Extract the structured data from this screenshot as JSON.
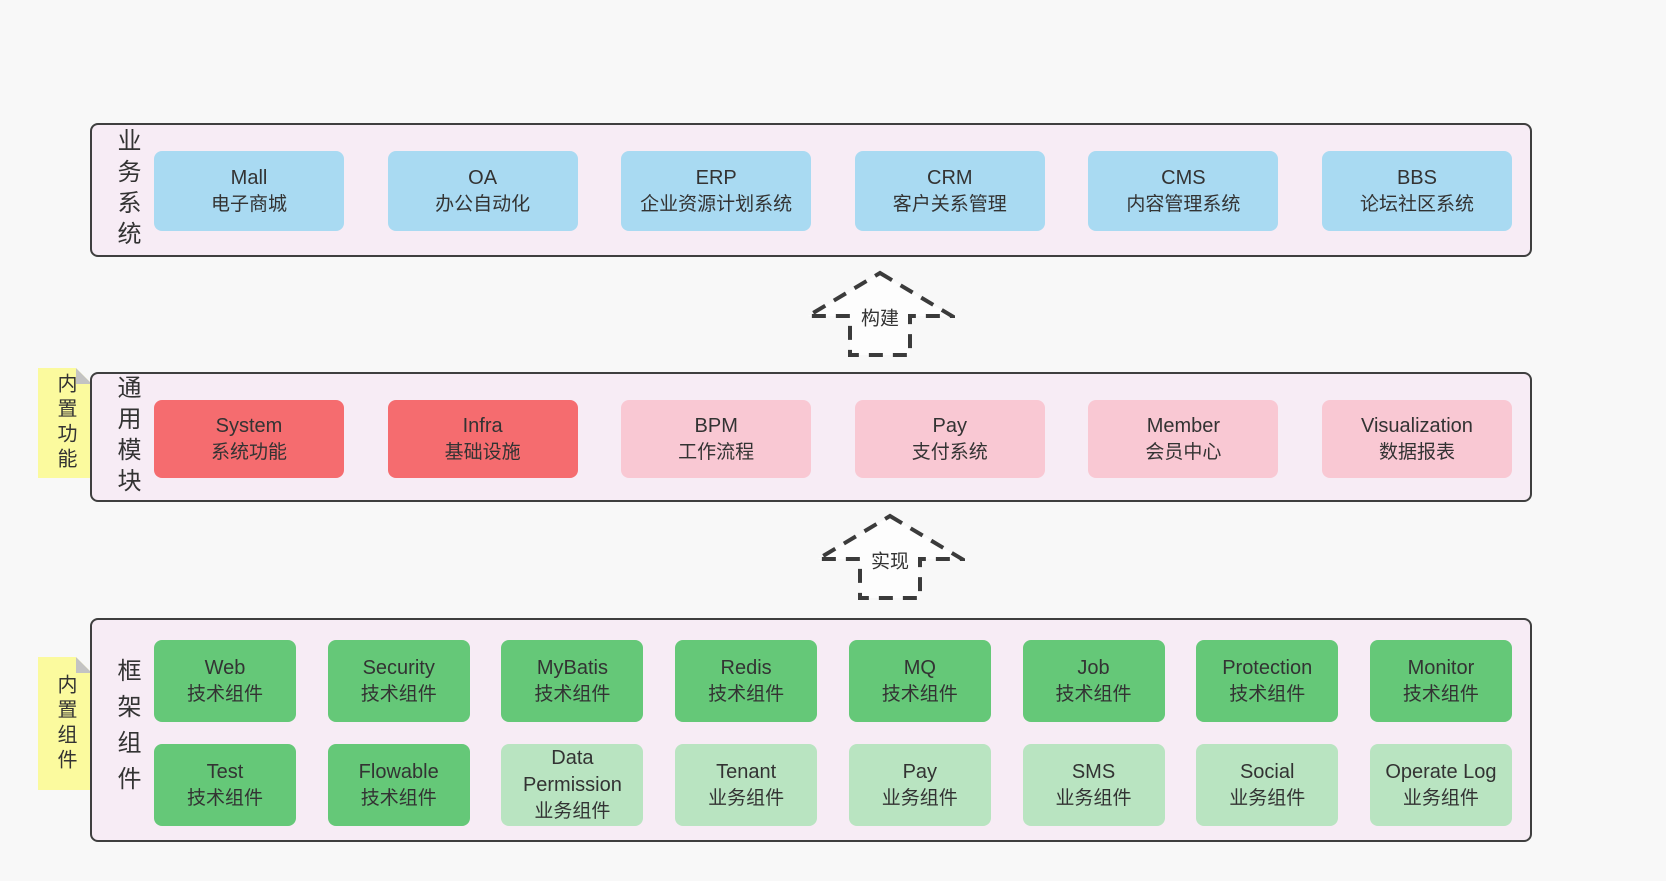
{
  "colors": {
    "page_bg": "#f8f8f8",
    "band_bg": "#f7ecf5",
    "band_border": "#3f3f3f",
    "box_blue": "#a9daf2",
    "box_red": "#f56c6f",
    "box_pink": "#f9c8d3",
    "box_green": "#65c878",
    "box_lightgreen": "#b9e4c1",
    "note_yellow": "#fbfa9e",
    "note_fold_gray": "#c3c3c3",
    "text": "#333333"
  },
  "arrows": {
    "build": "构建",
    "implement": "实现"
  },
  "notes": {
    "builtin_features": "内置功能",
    "builtin_components": "内置组件"
  },
  "layers": {
    "business": {
      "label": "业务系统",
      "boxes": [
        {
          "name": "Mall",
          "desc": "电子商城"
        },
        {
          "name": "OA",
          "desc": "办公自动化"
        },
        {
          "name": "ERP",
          "desc": "企业资源计划系统"
        },
        {
          "name": "CRM",
          "desc": "客户关系管理"
        },
        {
          "name": "CMS",
          "desc": "内容管理系统"
        },
        {
          "name": "BBS",
          "desc": "论坛社区系统"
        }
      ]
    },
    "modules": {
      "label": "通用模块",
      "boxes": [
        {
          "name": "System",
          "desc": "系统功能",
          "variant": "red"
        },
        {
          "name": "Infra",
          "desc": "基础设施",
          "variant": "red"
        },
        {
          "name": "BPM",
          "desc": "工作流程",
          "variant": "pink"
        },
        {
          "name": "Pay",
          "desc": "支付系统",
          "variant": "pink"
        },
        {
          "name": "Member",
          "desc": "会员中心",
          "variant": "pink"
        },
        {
          "name": "Visualization",
          "desc": "数据报表",
          "variant": "pink"
        }
      ]
    },
    "components": {
      "label": "框架组件",
      "row1": [
        {
          "name": "Web",
          "desc": "技术组件",
          "variant": "green"
        },
        {
          "name": "Security",
          "desc": "技术组件",
          "variant": "green"
        },
        {
          "name": "MyBatis",
          "desc": "技术组件",
          "variant": "green"
        },
        {
          "name": "Redis",
          "desc": "技术组件",
          "variant": "green"
        },
        {
          "name": "MQ",
          "desc": "技术组件",
          "variant": "green"
        },
        {
          "name": "Job",
          "desc": "技术组件",
          "variant": "green"
        },
        {
          "name": "Protection",
          "desc": "技术组件",
          "variant": "green"
        },
        {
          "name": "Monitor",
          "desc": "技术组件",
          "variant": "green"
        }
      ],
      "row2": [
        {
          "name": "Test",
          "desc": "技术组件",
          "variant": "green"
        },
        {
          "name": "Flowable",
          "desc": "技术组件",
          "variant": "green"
        },
        {
          "name": "Data Permission",
          "desc": "业务组件",
          "variant": "lightgreen"
        },
        {
          "name": "Tenant",
          "desc": "业务组件",
          "variant": "lightgreen"
        },
        {
          "name": "Pay",
          "desc": "业务组件",
          "variant": "lightgreen"
        },
        {
          "name": "SMS",
          "desc": "业务组件",
          "variant": "lightgreen"
        },
        {
          "name": "Social",
          "desc": "业务组件",
          "variant": "lightgreen"
        },
        {
          "name": "Operate Log",
          "desc": "业务组件",
          "variant": "lightgreen"
        }
      ]
    }
  }
}
